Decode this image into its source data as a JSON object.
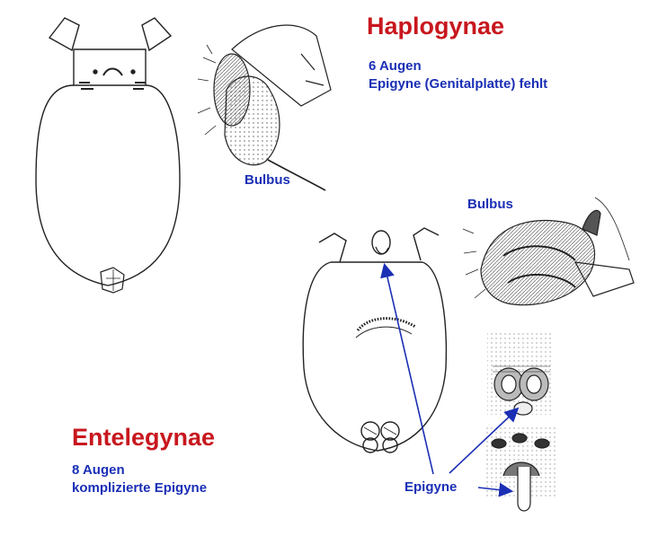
{
  "haplogynae": {
    "title": "Haplogynae",
    "line1": "6 Augen",
    "line2": "Epigyne (Genitalplatte) fehlt",
    "bulbus_label": "Bulbus"
  },
  "entelegynae": {
    "title": "Entelegynae",
    "line1": "8 Augen",
    "line2": "komplizierte Epigyne",
    "bulbus_label": "Bulbus",
    "epigyne_label": "Epigyne"
  },
  "colors": {
    "heading": "#c8171e",
    "text": "#1a2fb5",
    "arrow": "#1a2fb5",
    "ink": "#222222"
  }
}
